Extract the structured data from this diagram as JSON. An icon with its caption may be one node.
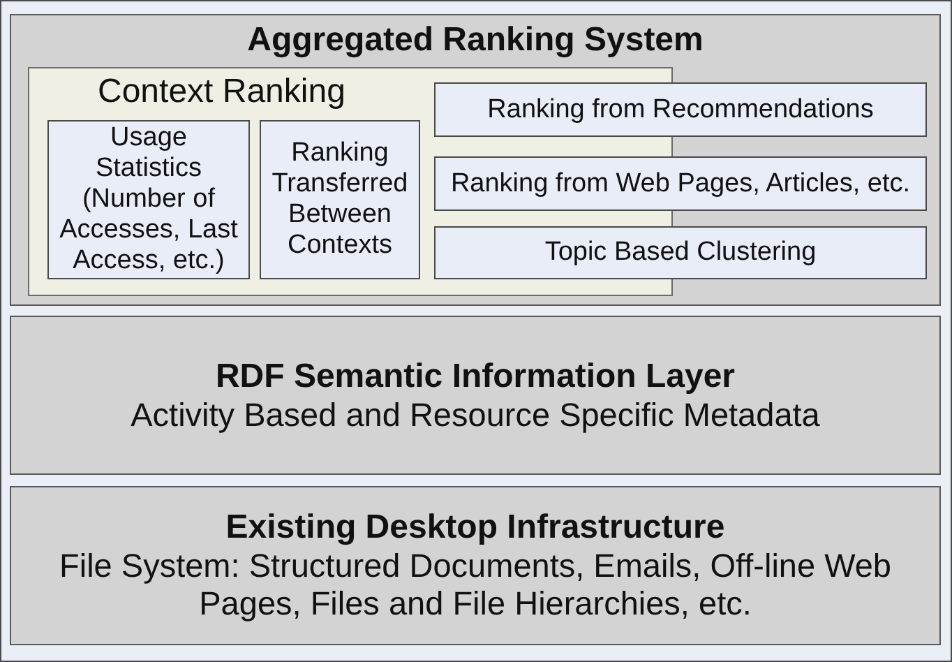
{
  "diagram": {
    "nodes": [
      {
        "text": [
          "Aggregated Ranking System"
        ]
      },
      {
        "text": [
          "Context Ranking"
        ],
        "in": 0
      },
      {
        "text": [
          "Usage Statistics (Number of Accesses, Last Access, etc.)"
        ],
        "in": 1
      },
      {
        "text": [
          "Ranking Transferred Between Contexts"
        ],
        "in": 1
      },
      {
        "text": [
          "Ranking from Recommendations"
        ],
        "in": 0
      },
      {
        "text": [
          "Ranking from Web Pages, Articles, etc."
        ],
        "in": 0
      },
      {
        "text": [
          "Topic Based Clustering"
        ],
        "in": 0
      },
      {
        "text": [
          "RDF Semantic Information Layer",
          "Activity Based and Resource Specific Metadata"
        ]
      },
      {
        "text": [
          "Existing Desktop Infrastructure",
          "File System: Structured Documents, Emails, Off-line Web Pages, Files and File Hierarchies, etc."
        ]
      }
    ]
  }
}
